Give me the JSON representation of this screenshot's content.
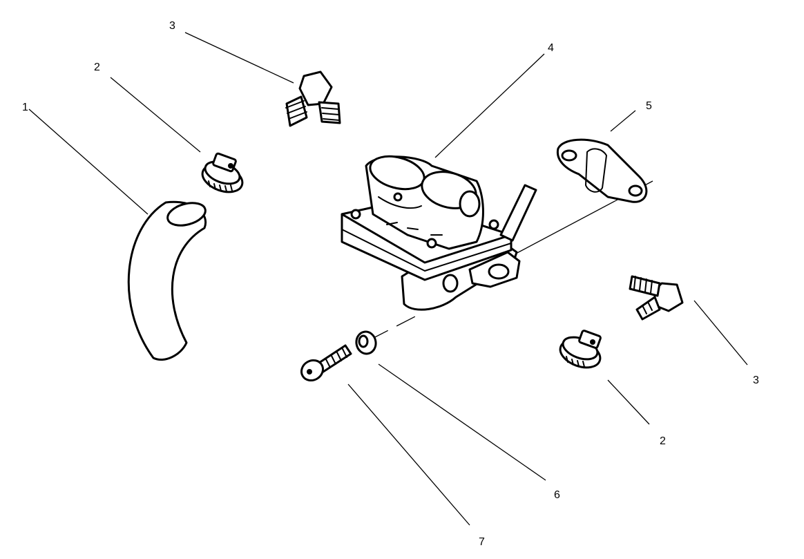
{
  "diagram": {
    "callouts": {
      "c1": "1",
      "c2a": "2",
      "c2b": "2",
      "c3a": "3",
      "c3b": "3",
      "c4": "4",
      "c5": "5",
      "c6": "6",
      "c7": "7"
    },
    "parts": [
      {
        "callout": "1",
        "icon": "fuel-hose-icon"
      },
      {
        "callout": "2",
        "icon": "hose-clamp-icon"
      },
      {
        "callout": "3",
        "icon": "elbow-fitting-icon"
      },
      {
        "callout": "4",
        "icon": "fuel-pump-icon"
      },
      {
        "callout": "5",
        "icon": "gasket-icon"
      },
      {
        "callout": "6",
        "icon": "washer-icon"
      },
      {
        "callout": "7",
        "icon": "screw-icon"
      }
    ]
  }
}
